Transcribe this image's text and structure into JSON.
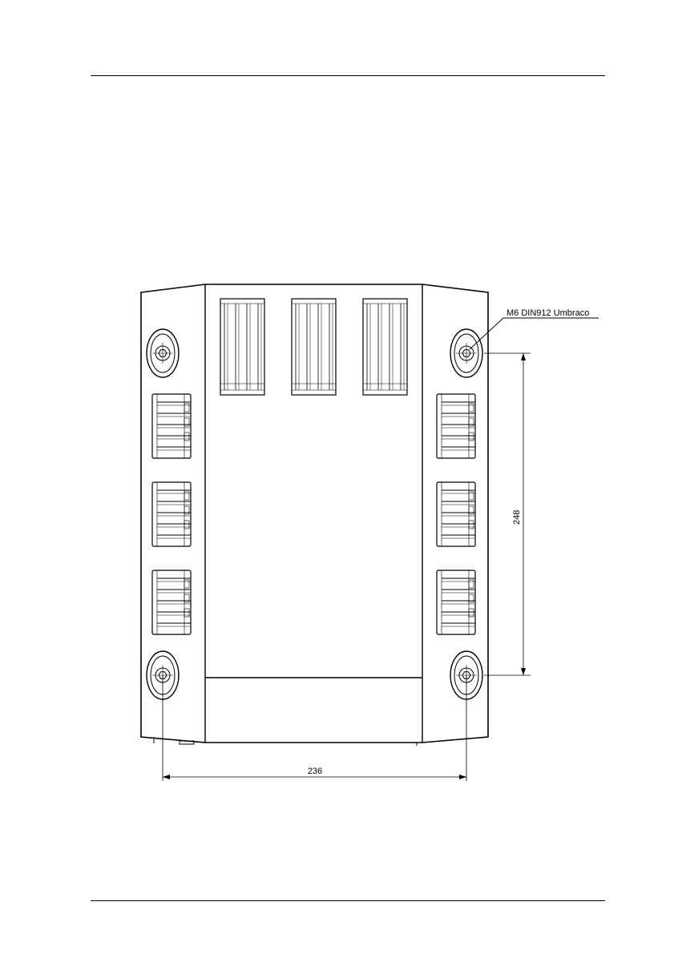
{
  "drawing": {
    "callout_label": "M6 DIN912 Umbraco",
    "dim_vertical": "248",
    "dim_horizontal": "236"
  }
}
